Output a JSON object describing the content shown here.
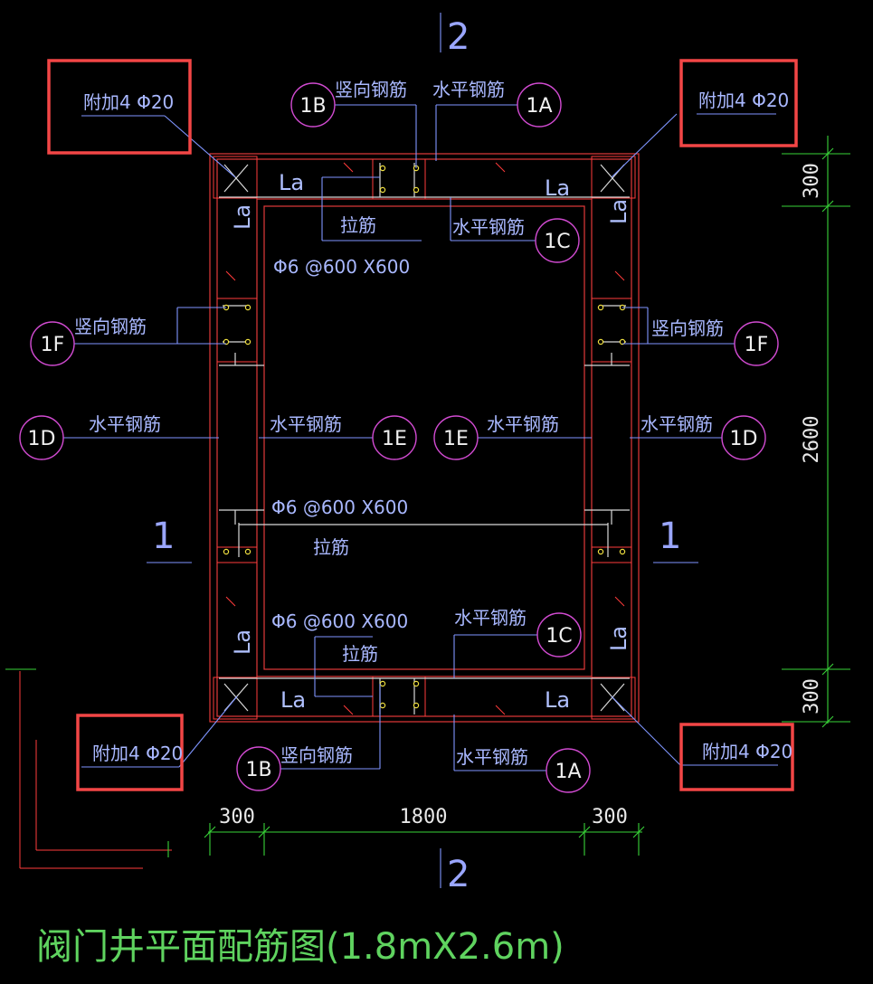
{
  "title": "阀门井平面配筋图(1.8mX2.6m)",
  "section_markers": {
    "top": "2",
    "bottom": "2",
    "left": "1",
    "right": "1"
  },
  "callouts": {
    "top_left_additional": "附加4 Φ20",
    "top_right_additional": "附加4 Φ20",
    "bottom_left_additional": "附加4 Φ20",
    "bottom_right_additional": "附加4 Φ20"
  },
  "labels": {
    "vertical_bar": "竖向钢筋",
    "horizontal_bar": "水平钢筋",
    "tie_bar": "拉筋",
    "tie_spec": "Φ6 @600 X600",
    "anchorage": "La"
  },
  "circles": {
    "A": "1A",
    "B": "1B",
    "C": "1C",
    "D": "1D",
    "E": "1E",
    "F": "1F"
  },
  "dimensions": {
    "bottom": [
      "300",
      "1800",
      "300"
    ],
    "right": [
      "300",
      "2600",
      "300"
    ]
  },
  "colors": {
    "background": "#000000",
    "wall": "#e23a3a",
    "leader": "#7f95ff",
    "dimension": "#39d339",
    "highlight": "#f24646",
    "title": "#5fd35f"
  }
}
